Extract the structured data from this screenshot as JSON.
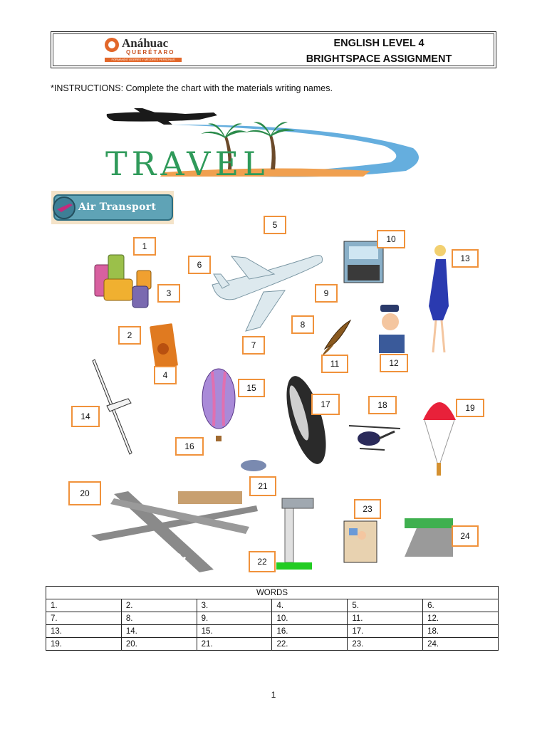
{
  "header": {
    "logo_name": "Anáhuac",
    "logo_sub": "QUERÉTARO",
    "logo_tagline": "FORMANDO LÍDERES Y MEJORES PERSONAS",
    "title_line1": "ENGLISH LEVEL 4",
    "title_line2": "BRIGHTSPACE ASSIGNMENT"
  },
  "instructions": "*INSTRUCTIONS: Complete the chart with the materials writing names.",
  "banner_word": "TRAVEL",
  "section_label": "Air Transport",
  "labels": [
    "1",
    "2",
    "3",
    "4",
    "5",
    "6",
    "7",
    "8",
    "9",
    "10",
    "11",
    "12",
    "13",
    "14",
    "15",
    "16",
    "17",
    "18",
    "19",
    "20",
    "21",
    "22",
    "23",
    "24"
  ],
  "table": {
    "header": "WORDS",
    "rows": [
      [
        "1.",
        "2.",
        "3.",
        "4.",
        "5.",
        "6."
      ],
      [
        "7.",
        "8.",
        "9.",
        "10.",
        "11.",
        "12."
      ],
      [
        "13.",
        "14.",
        "15.",
        "16.",
        "17.",
        "18."
      ],
      [
        "19.",
        "20.",
        "21.",
        "22.",
        "23.",
        "24."
      ]
    ]
  },
  "page_number": "1",
  "colors": {
    "label_border": "#f0923b",
    "brand_orange": "#e2672a",
    "travel_green": "#2f9a5a",
    "sky_blue": "#4aa0d8"
  }
}
